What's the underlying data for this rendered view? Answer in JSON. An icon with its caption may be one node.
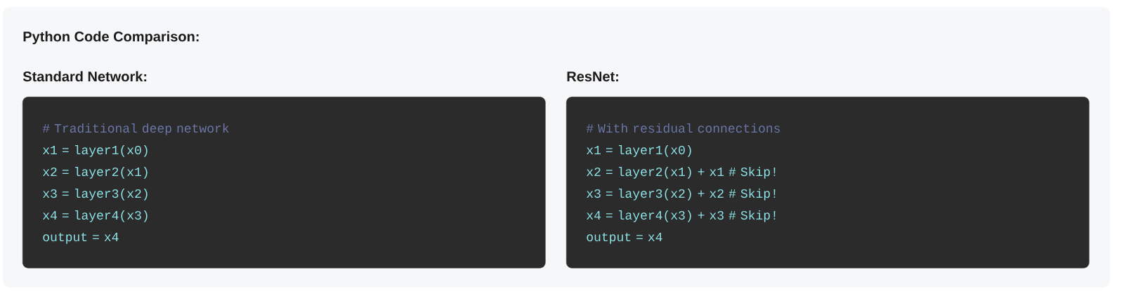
{
  "diagram": {
    "title": "Python Code Comparison:",
    "nodes": [
      {
        "text": [
          "Standard Network:",
          "# Traditional deep network",
          "x1 = layer1(x0)",
          "x2 = layer2(x1)",
          "x3 = layer3(x2)",
          "x4 = layer4(x3)",
          "output = x4"
        ]
      },
      {
        "text": [
          "ResNet:",
          "# With residual connections",
          "x1 = layer1(x0)",
          "x2 = layer2(x1) + x1  # Skip!",
          "x3 = layer3(x2) + x2  # Skip!",
          "x4 = layer4(x3) + x3  # Skip!",
          "output = x4"
        ]
      }
    ]
  }
}
